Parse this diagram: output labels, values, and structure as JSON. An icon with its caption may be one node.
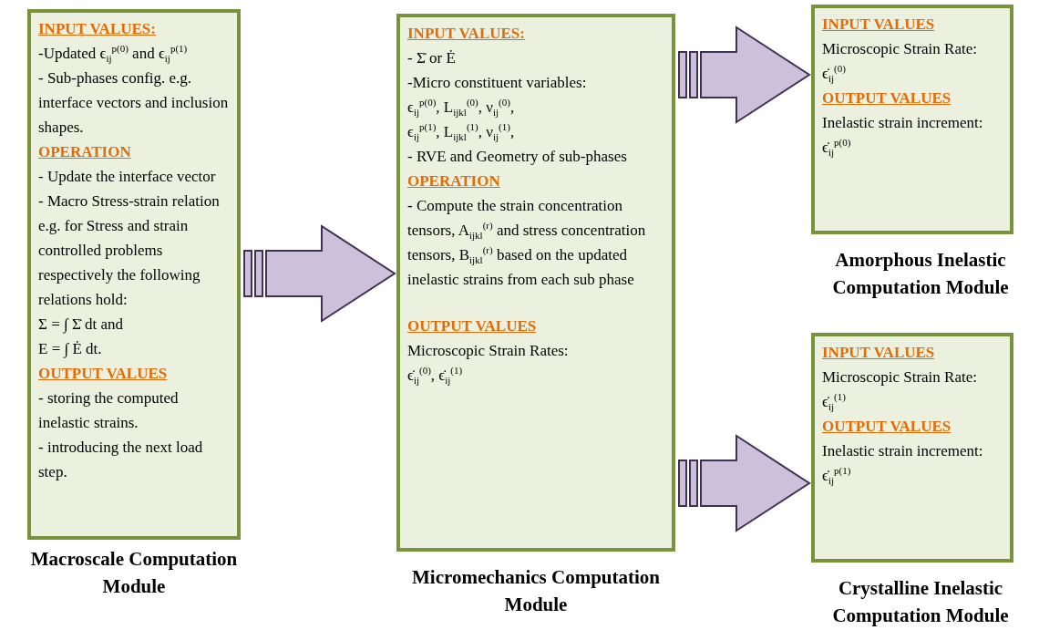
{
  "diagram": {
    "nodes": [
      {
        "text": [
          "INPUT VALUES:",
          "-Updated ϵ$_{ij}$$^{p(0)}$ and ϵ$_{ij}$$^{p(1)}$",
          "- Sub-phases config. e.g. interface vectors and inclusion shapes.",
          "OPERATION",
          "- Update the interface vector",
          "- Macro Stress-strain relation",
          "e.g. for Stress and strain controlled problems respectively the following relations hold:",
          "Σ = ∫ Σ̇ dt and",
          "E = ∫ Ė dt.",
          "OUTPUT VALUES",
          "- storing the computed inelastic strains.",
          "- introducing the next load step."
        ],
        "beside": [
          "Macroscale Computation Module"
        ]
      },
      {
        "text": [
          "INPUT VALUES:",
          "- Σ̇ or Ė",
          "-Micro constituent variables:",
          "ϵ$_{ij}$$^{p(0)}$, L$_{ijkl}$$^{(0)}$, ν$_{ij}$$^{(0)}$,",
          "ϵ$_{ij}$$^{p(1)}$, L$_{ijkl}$$^{(1)}$, ν$_{ij}$$^{(1)}$,",
          "- RVE and Geometry of sub-phases",
          "OPERATION",
          "- Compute the strain concentration tensors, A$_{ijkl}$$^{(r)}$ and stress concentration tensors, B$_{ijkl}$$^{(r)}$ based on the updated inelastic strains from each sub phase",
          "OUTPUT VALUES",
          "Microscopic Strain Rates:",
          "ϵ̇$_{ij}$$^{(0)}$, ϵ̇$_{ij}$$^{(1)}$"
        ],
        "beside": [
          "Micromechanics Computation Module"
        ]
      },
      {
        "text": [
          "INPUT VALUES",
          "Microscopic Strain Rate: ϵ̇$_{ij}$$^{(0)}$",
          "OUTPUT VALUES",
          "Inelastic strain increment: ϵ̇$_{ij}$$^{p(0)}$"
        ],
        "beside": [
          "Amorphous Inelastic Computation Module"
        ]
      },
      {
        "text": [
          "INPUT VALUES",
          "Microscopic Strain Rate: ϵ̇$_{ij}$$^{(1)}$",
          "OUTPUT VALUES",
          "Inelastic strain increment: ϵ̇$_{ij}$$^{p(1)}$"
        ],
        "beside": [
          "Crystalline Inelastic Computation Module"
        ]
      }
    ],
    "edges": [
      {
        "from": 0,
        "to": 1,
        "arrow": "to"
      },
      {
        "from": 1,
        "to": 2,
        "arrow": "to"
      },
      {
        "from": 1,
        "to": 3,
        "arrow": "to"
      }
    ]
  }
}
